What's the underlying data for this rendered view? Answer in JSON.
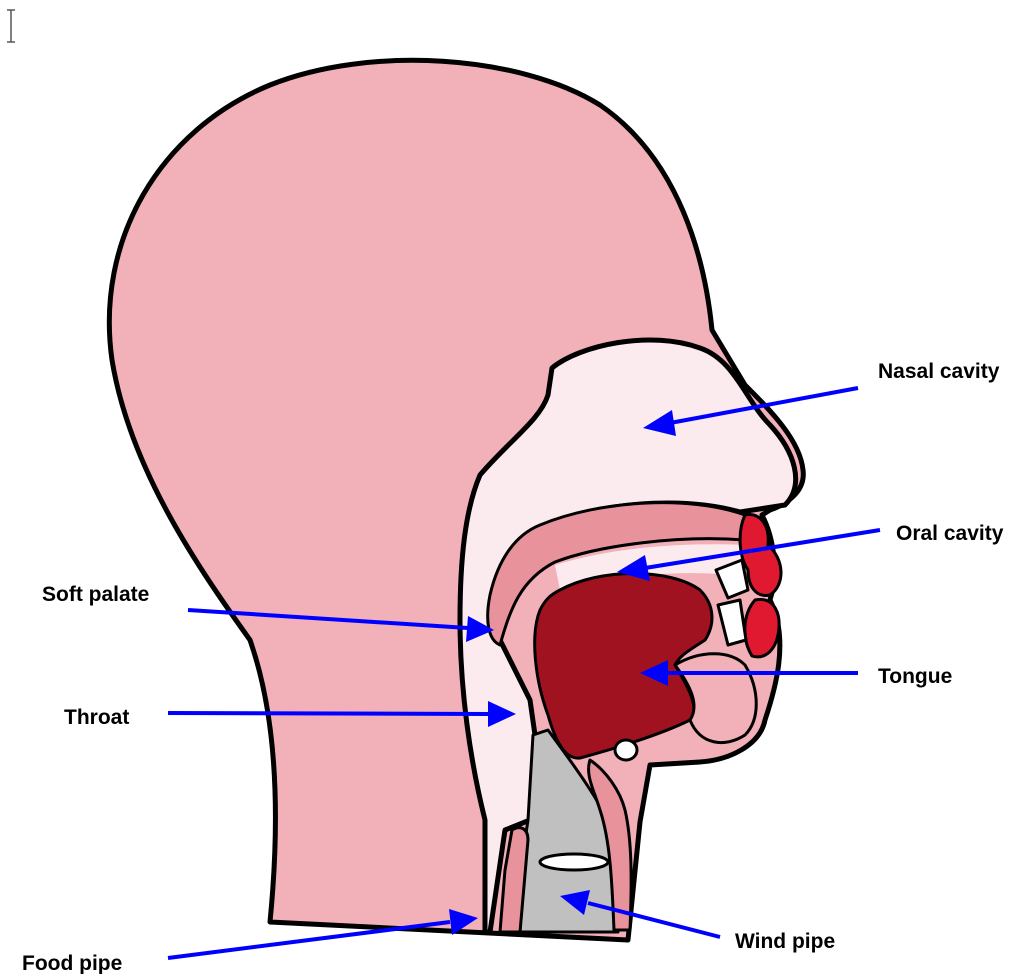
{
  "labels": {
    "nasal_cavity": "Nasal cavity",
    "oral_cavity": "Oral cavity",
    "soft_palate": "Soft palate",
    "tongue": "Tongue",
    "throat": "Throat",
    "food_pipe": "Food pipe",
    "wind_pipe": "Wind pipe"
  },
  "colors": {
    "skin": "#f2b0b8",
    "cavity": "#fcebee",
    "palate": "#e8939c",
    "tongue": "#a0121f",
    "lips": "#e01830",
    "windpipe": "#c0c0c0",
    "arrow": "#0000ff",
    "outline": "#000000"
  }
}
